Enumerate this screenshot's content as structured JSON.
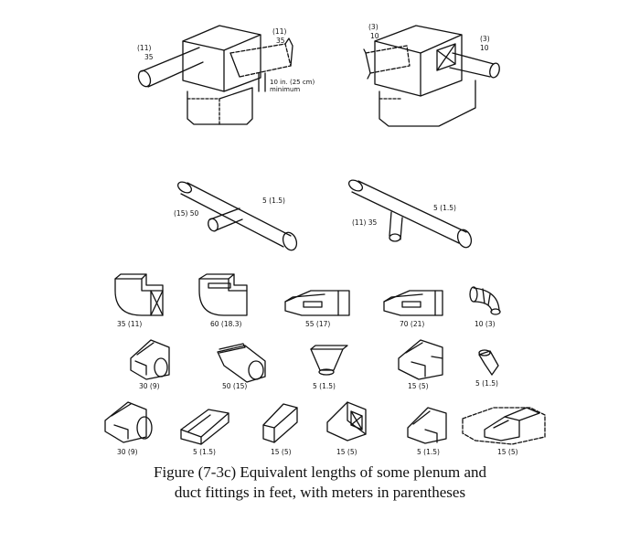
{
  "plenum_top_left": {
    "left_label": [
      "(11)",
      "35"
    ],
    "right_label": [
      "(11)",
      "35"
    ],
    "min_label": [
      "10 in. (25 cm)",
      "minimum"
    ]
  },
  "plenum_top_right": {
    "left_label": [
      "(3)",
      "10"
    ],
    "right_label": [
      "(3)",
      "10"
    ]
  },
  "tee_left": {
    "branch_label": "(15) 50",
    "run_label": "5 (1.5)"
  },
  "tee_right": {
    "branch_label": "(11) 35",
    "run_label": "5 (1.5)"
  },
  "fittings": {
    "row1": [
      "35 (11)",
      "60 (18.3)",
      "55 (17)",
      "70 (21)",
      "10 (3)"
    ],
    "row2": [
      "30 (9)",
      "50 (15)",
      "5 (1.5)",
      "15 (5)",
      "5 (1.5)"
    ],
    "row3": [
      "30 (9)",
      "5 (1.5)",
      "15 (5)",
      "15 (5)",
      "5 (1.5)",
      "15 (5)"
    ]
  },
  "caption": {
    "line1": "Figure (7-3c) Equivalent lengths of some plenum and",
    "line2": "duct fittings in feet, with meters in parentheses"
  }
}
